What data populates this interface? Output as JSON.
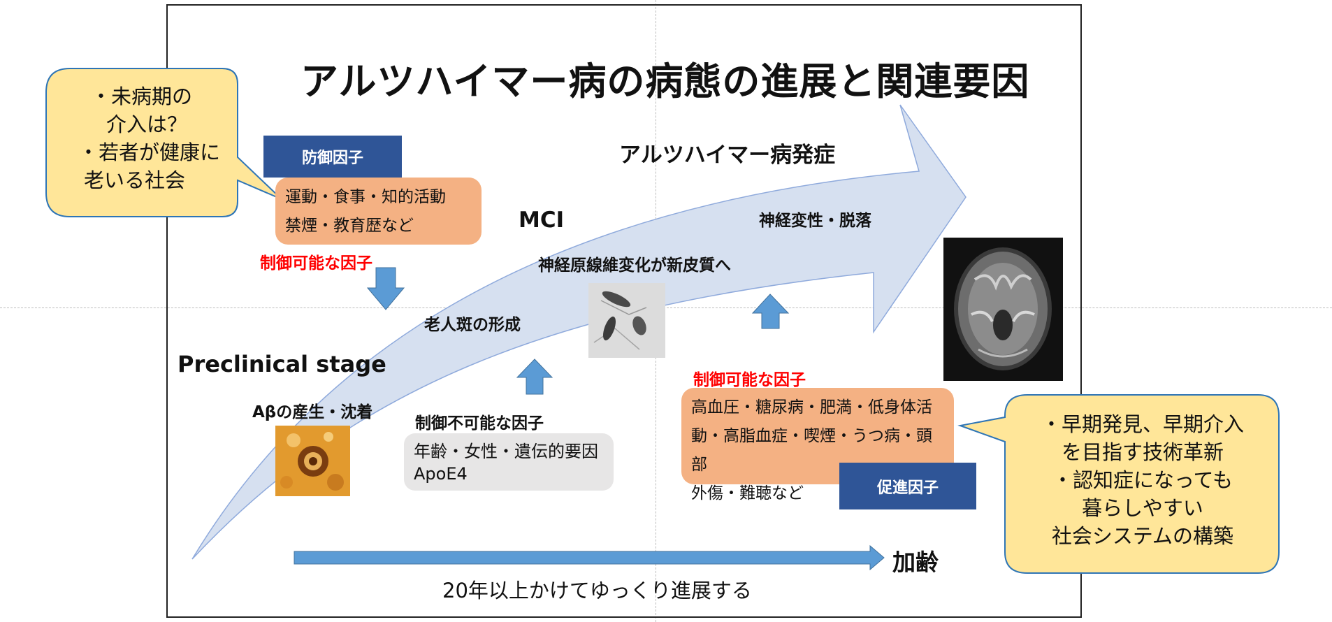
{
  "title": "アルツハイマー病の病態の進展と関連要因",
  "stages": {
    "onset": "アルツハイマー病発症",
    "mci": "MCI",
    "preclinical": "Preclinical stage"
  },
  "processes": {
    "neuro_degeneration": "神経変性・脱落",
    "neurofibrillary": "神経原線維変化が新皮質へ",
    "senile_plaque": "老人斑の形成",
    "abeta": "Aβの産生・沈着"
  },
  "protective": {
    "label": "防御因子",
    "items": [
      "運動・食事・知的活動",
      "禁煙・教育歴など"
    ],
    "controllable_label": "制御可能な因子"
  },
  "uncontrollable": {
    "label": "制御不可能な因子",
    "items": [
      "年齢・女性・遺伝的要因",
      "ApoE4"
    ]
  },
  "promoting": {
    "controllable_label": "制御可能な因子",
    "items": [
      "高血圧・糖尿病・肥満・低身体活",
      "動・高脂血症・喫煙・うつ病・頭部",
      "外傷・難聴など"
    ],
    "label": "促進因子"
  },
  "left_callout": {
    "lines": [
      "・未病期の",
      "介入は？",
      "・若者が健康に",
      "老いる社会"
    ]
  },
  "right_callout": {
    "lines": [
      "・早期発見、早期介入",
      "を目指す技術革新",
      "・認知症になっても",
      "暮らしやすい",
      "社会システムの構築"
    ]
  },
  "aging": {
    "label": "加齢",
    "caption": "20年以上かけてゆっくり進展する"
  },
  "colors": {
    "arrow_fill": "#d6e0f0",
    "factor_label": "#2f5597",
    "factor_box": "#f4b183",
    "gray_box": "#e7e6e6",
    "small_arrow": "#5b9bd5",
    "callout_fill": "#ffe699",
    "callout_border": "#2e75b6",
    "red_text": "#ff0000"
  }
}
